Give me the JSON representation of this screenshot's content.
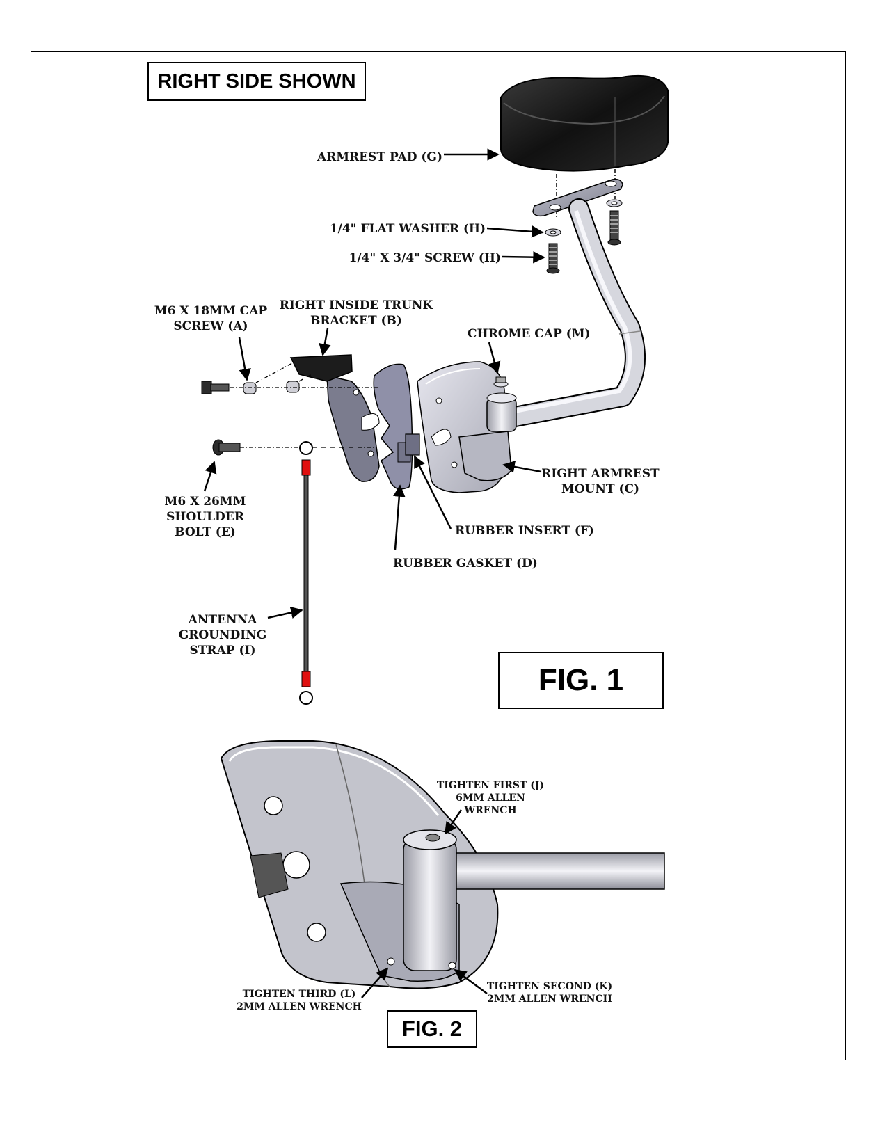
{
  "header_box": "RIGHT SIDE SHOWN",
  "fig1_label": "FIG. 1",
  "fig2_label": "FIG. 2",
  "labels": {
    "armrest_pad": "ARMREST PAD (G)",
    "flat_washer": "1/4\" FLAT WASHER (H)",
    "screw_h": "1/4\" X 3/4\" SCREW (H)",
    "cap_screw_l1": "M6 X 18MM CAP",
    "cap_screw_l2": "SCREW (A)",
    "trunk_bracket_l1": "RIGHT INSIDE TRUNK",
    "trunk_bracket_l2": "BRACKET (B)",
    "chrome_cap": "CHROME CAP (M)",
    "armrest_mount_l1": "RIGHT ARMREST",
    "armrest_mount_l2": "MOUNT (C)",
    "shoulder_bolt_l1": "M6 X 26MM",
    "shoulder_bolt_l2": "SHOULDER",
    "shoulder_bolt_l3": "BOLT (E)",
    "rubber_insert": "RUBBER INSERT (F)",
    "rubber_gasket": "RUBBER GASKET (D)",
    "antenna_l1": "ANTENNA",
    "antenna_l2": "GROUNDING",
    "antenna_l3": "STRAP (I)",
    "tighten_first_l1": "TIGHTEN FIRST (J)",
    "tighten_first_l2": "6MM ALLEN",
    "tighten_first_l3": "WRENCH",
    "tighten_second_l1": "TIGHTEN SECOND (K)",
    "tighten_second_l2": "2MM ALLEN WRENCH",
    "tighten_third_l1": "TIGHTEN THIRD (L)",
    "tighten_third_l2": "2MM ALLEN WRENCH"
  },
  "colors": {
    "strap_tip": "#e01010",
    "pad": "#141414",
    "metal": "#c9cad2"
  }
}
